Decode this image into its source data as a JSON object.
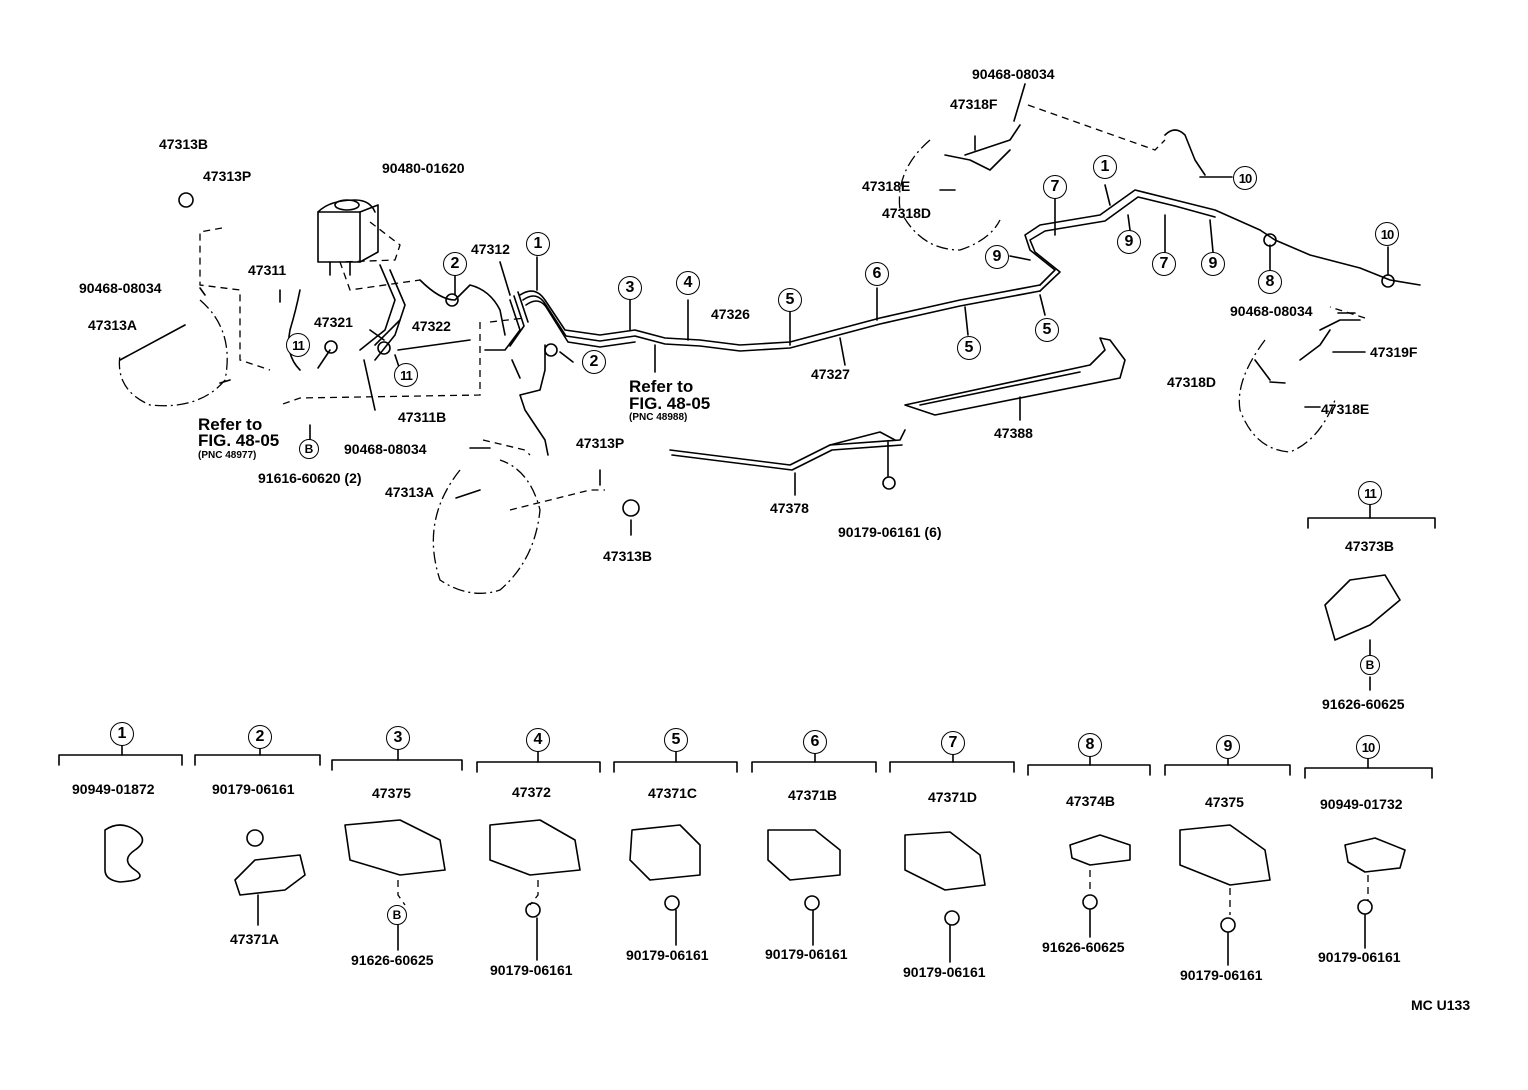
{
  "diagram": {
    "watermark_code": "MC  U133",
    "refer": [
      {
        "line1": "Refer to",
        "line2": "FIG. 48-05",
        "line3": "(PNC 48977)"
      },
      {
        "line1": "Refer to",
        "line2": "FIG. 48-05",
        "line3": "(PNC 48988)"
      }
    ],
    "part_labels": [
      "47313B",
      "47313P",
      "90468-08034",
      "47313A",
      "47311",
      "90480-01620",
      "47312",
      "47321",
      "47322",
      "47311B",
      "91616-60620 (2)",
      "90468-08034",
      "47313A",
      "47313P",
      "47313B",
      "47326",
      "47327",
      "47388",
      "47378",
      "90179-06161 (6)",
      "90468-08034",
      "47318F",
      "47318E",
      "47318D",
      "90468-08034",
      "47319F",
      "47318D",
      "47318E",
      "47373B",
      "91626-60625"
    ],
    "callouts": [
      "1",
      "2",
      "3",
      "4",
      "5",
      "6",
      "7",
      "8",
      "9",
      "10",
      "11",
      "B"
    ],
    "legend": [
      {
        "num": "1",
        "part": "90949-01872",
        "fastener": ""
      },
      {
        "num": "2",
        "part": "90179-06161",
        "fastener": "47371A"
      },
      {
        "num": "3",
        "part": "47375",
        "fastener": "91626-60625"
      },
      {
        "num": "4",
        "part": "47372",
        "fastener": "90179-06161"
      },
      {
        "num": "5",
        "part": "47371C",
        "fastener": "90179-06161"
      },
      {
        "num": "6",
        "part": "47371B",
        "fastener": "90179-06161"
      },
      {
        "num": "7",
        "part": "47371D",
        "fastener": "90179-06161"
      },
      {
        "num": "8",
        "part": "47374B",
        "fastener": "91626-60625"
      },
      {
        "num": "9",
        "part": "47375",
        "fastener": "90179-06161"
      },
      {
        "num": "10",
        "part": "90949-01732",
        "fastener": "90179-06161"
      }
    ],
    "detail_11": {
      "num": "11",
      "part": "47373B",
      "bolt_ref": "B",
      "fastener": "91626-60625"
    }
  }
}
